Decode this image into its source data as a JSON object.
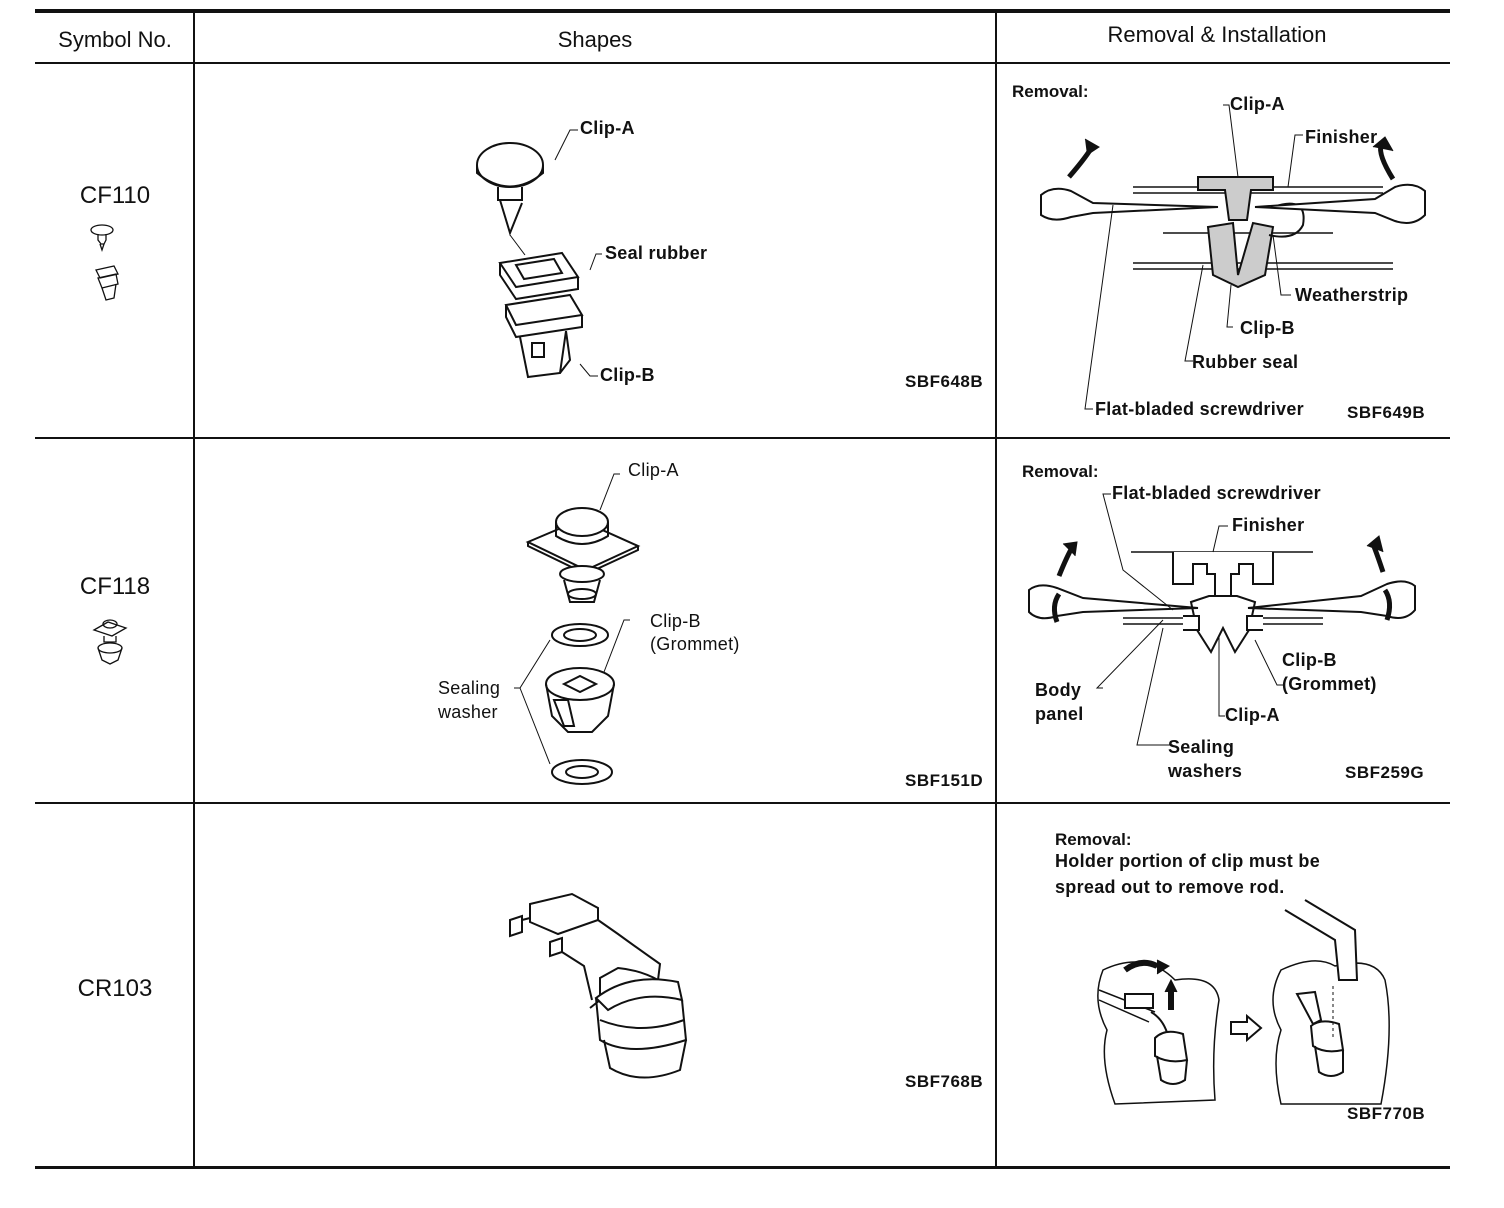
{
  "headers": {
    "symbol": "Symbol No.",
    "shapes": "Shapes",
    "removal": "Removal & Installation"
  },
  "rows": [
    {
      "symbol": "CF110",
      "shape_labels": [
        "Clip-A",
        "Seal rubber",
        "Clip-B"
      ],
      "shape_code": "SBF648B",
      "removal_title": "Removal:",
      "removal_labels": [
        "Clip-A",
        "Finisher",
        "Weatherstrip",
        "Clip-B",
        "Rubber seal",
        "Flat-bladed screwdriver"
      ],
      "removal_code": "SBF649B"
    },
    {
      "symbol": "CF118",
      "shape_labels": [
        "Clip-A",
        "Clip-B",
        "(Grommet)",
        "Sealing",
        "washer"
      ],
      "shape_code": "SBF151D",
      "removal_title": "Removal:",
      "removal_labels": [
        "Flat-bladed screwdriver",
        "Finisher",
        "Body",
        "panel",
        "Clip-B",
        "(Grommet)",
        "Clip-A",
        "Sealing",
        "washers"
      ],
      "removal_code": "SBF259G"
    },
    {
      "symbol": "CR103",
      "shape_code": "SBF768B",
      "removal_title": "Removal:",
      "removal_text": [
        "Holder portion of clip must be",
        "spread out to remove rod."
      ],
      "removal_code": "SBF770B"
    }
  ]
}
